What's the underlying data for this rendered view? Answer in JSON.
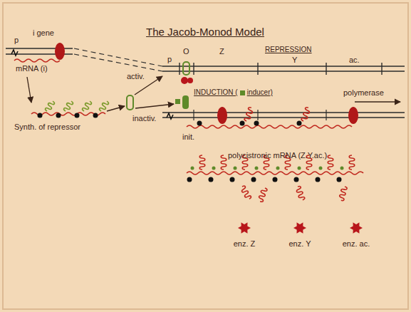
{
  "diagram": {
    "title": "The Jacob-Monod Model",
    "labels": [
      "p",
      "i gene",
      "mRNA (i)",
      "Synth. of repressor",
      "activ.",
      "inactiv.",
      "p",
      "O",
      "Z",
      "REPRESSION",
      "Y",
      "ac.",
      "INDUCTION (",
      "inducer)",
      "polymerase",
      "init.",
      "polycistronic mRNA (Z.Y.ac.)",
      "enz. Z",
      "enz. Y",
      "enz. ac."
    ]
  }
}
